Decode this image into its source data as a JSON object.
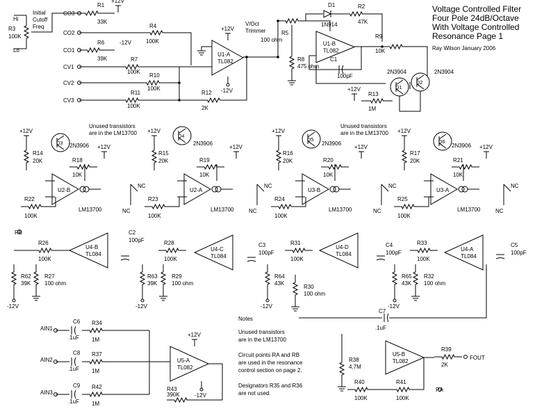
{
  "title": {
    "lines": [
      "Voltage Controlled Filter",
      "Four Pole 24dB/Octave",
      "With Voltage Controlled",
      "Resonance Page 1"
    ],
    "author": "Ray Wilson January 2006"
  },
  "notes": {
    "heading": "Notes",
    "lines": [
      "Unused transistors",
      "are in the LM13700",
      "",
      "Circuit points RA and RB",
      "are used in the resonance",
      "control section on page 2.",
      "",
      "Designators R35 and R36",
      "are not used."
    ]
  },
  "banner": [
    "Unused transistors",
    "are in the LM13700"
  ],
  "texts": {
    "hi": "Hi",
    "lo": "Lo",
    "cutoff": [
      "Initial",
      "Cutoff",
      "Freq"
    ],
    "voct": [
      "V/Oct",
      "Trimmer"
    ],
    "p12v": "+12V",
    "m12v": "-12V",
    "nc": "NC",
    "lm": "LM13700",
    "ra": "RA",
    "rb": "RB",
    "fout": "FOUT"
  },
  "inputs": [
    "CO3",
    "CO2",
    "CO1",
    "CV1",
    "CV2",
    "CV3",
    "AIN1",
    "AIN2",
    "AIN3"
  ],
  "resistors": [
    {
      "ref": "R1",
      "val": "33K"
    },
    {
      "ref": "R3",
      "val": "100K"
    },
    {
      "ref": "R4",
      "val": "100K"
    },
    {
      "ref": "R6",
      "val": "39K"
    },
    {
      "ref": "R7",
      "val": "100K"
    },
    {
      "ref": "R10",
      "val": "100K"
    },
    {
      "ref": "R11",
      "val": "100K"
    },
    {
      "ref": "R12",
      "val": "2K"
    },
    {
      "ref": "R5",
      "val": "100 ohm"
    },
    {
      "ref": "R8",
      "val": "475 ohm"
    },
    {
      "ref": "R2",
      "val": "47K"
    },
    {
      "ref": "R9",
      "val": "10K"
    },
    {
      "ref": "R13",
      "val": "1M"
    },
    {
      "ref": "R14",
      "val": "20K"
    },
    {
      "ref": "R15",
      "val": "20K"
    },
    {
      "ref": "R16",
      "val": "20K"
    },
    {
      "ref": "R17",
      "val": "20K"
    },
    {
      "ref": "R18",
      "val": "10K"
    },
    {
      "ref": "R19",
      "val": "10K"
    },
    {
      "ref": "R20",
      "val": "10K"
    },
    {
      "ref": "R21",
      "val": "10K"
    },
    {
      "ref": "R22",
      "val": "100K"
    },
    {
      "ref": "R23",
      "val": "100K"
    },
    {
      "ref": "R24",
      "val": "100K"
    },
    {
      "ref": "R25",
      "val": "100K"
    },
    {
      "ref": "R26",
      "val": "100K"
    },
    {
      "ref": "R28",
      "val": "100K"
    },
    {
      "ref": "R31",
      "val": "100K"
    },
    {
      "ref": "R33",
      "val": "100K"
    },
    {
      "ref": "R62",
      "val": "39K"
    },
    {
      "ref": "R63",
      "val": "39K"
    },
    {
      "ref": "R64",
      "val": "43K"
    },
    {
      "ref": "R65",
      "val": "43K"
    },
    {
      "ref": "R27",
      "val": "100 ohm"
    },
    {
      "ref": "R29",
      "val": "100 ohm"
    },
    {
      "ref": "R30",
      "val": "100 ohm"
    },
    {
      "ref": "R32",
      "val": "100 ohm"
    },
    {
      "ref": "R34",
      "val": "1M"
    },
    {
      "ref": "R37",
      "val": "1M"
    },
    {
      "ref": "R42",
      "val": "1M"
    },
    {
      "ref": "R43",
      "val": "390K"
    },
    {
      "ref": "R38",
      "val": "4.7M"
    },
    {
      "ref": "R39",
      "val": "2K"
    },
    {
      "ref": "R40",
      "val": "100K"
    },
    {
      "ref": "R41",
      "val": "100K"
    }
  ],
  "capacitors": [
    {
      "ref": "C1",
      "val": "100pF"
    },
    {
      "ref": "C2",
      "val": "100pF"
    },
    {
      "ref": "C3",
      "val": "100pF"
    },
    {
      "ref": "C4",
      "val": "100pF"
    },
    {
      "ref": "C5",
      "val": "100pF"
    },
    {
      "ref": "C6",
      "val": ".1uF"
    },
    {
      "ref": "C7",
      "val": ".1uF"
    },
    {
      "ref": "C8",
      "val": ".1uF"
    },
    {
      "ref": "C9",
      "val": ".1uF"
    }
  ],
  "opamps": [
    {
      "ref": "U1-A",
      "part": "TL082"
    },
    {
      "ref": "U1-B",
      "part": "TL082"
    },
    {
      "ref": "U4-B",
      "part": "TL084"
    },
    {
      "ref": "U4-C",
      "part": "TL084"
    },
    {
      "ref": "U4-D",
      "part": "TL084"
    },
    {
      "ref": "U4-A",
      "part": "TL084"
    },
    {
      "ref": "U5-A",
      "part": "TL082"
    },
    {
      "ref": "U5-B",
      "part": "TL082"
    }
  ],
  "otas": [
    "U2-B",
    "U2-A",
    "U3-B",
    "U3-A"
  ],
  "transistors": [
    {
      "ref": "Q1",
      "part": "2N3904"
    },
    {
      "ref": "Q2",
      "part": "2N3904"
    },
    {
      "ref": "Q3",
      "part": "2N3906"
    },
    {
      "ref": "Q4",
      "part": "2N3906"
    },
    {
      "ref": "Q5",
      "part": "2N3906"
    },
    {
      "ref": "Q6",
      "part": "2N3906"
    }
  ],
  "diode": {
    "ref": "D1",
    "part": "1N914"
  }
}
